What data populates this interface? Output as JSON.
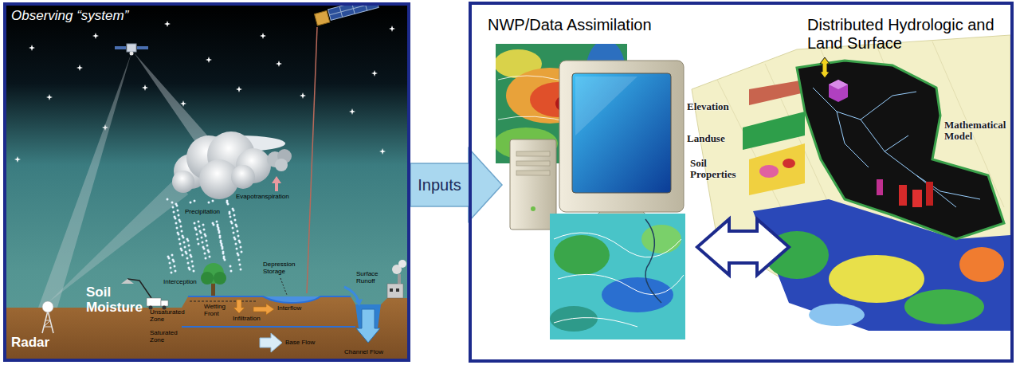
{
  "diagram": {
    "nodes": [
      {
        "text": [
          "Observing “system”"
        ]
      },
      {
        "text": [
          "NWP/Data Assimilation",
          "Distributed Hydrologic and Land Surface"
        ]
      }
    ],
    "edges": [
      {
        "from": 0,
        "to": 1,
        "arrow": "to",
        "label": "Inputs"
      }
    ],
    "labels": [
      "Soil Moisture",
      "Radar",
      "Precipitation",
      "Evapotranspiration",
      "Interception",
      "Depression Storage",
      "Surface Runoff",
      "Unsaturated Zone",
      "Wetting Front",
      "Interflow",
      "Infiltration",
      "Saturated Zone",
      "Base Flow",
      "Channel Flow",
      "Elevation",
      "Landuse",
      "Soil Properties",
      "Mathematical Model"
    ]
  }
}
